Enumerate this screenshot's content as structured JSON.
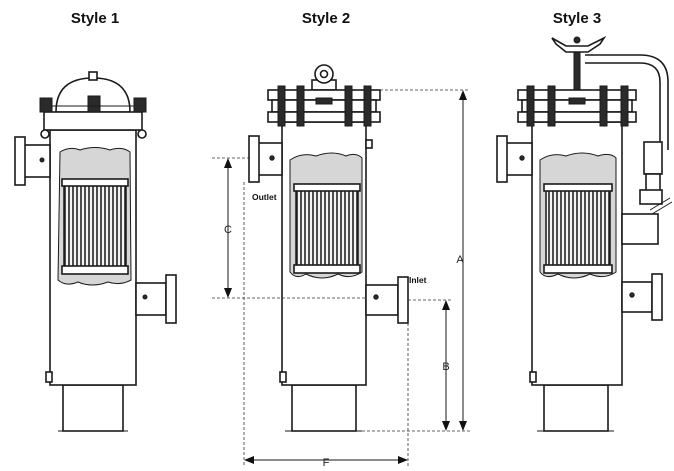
{
  "titles": {
    "style1": "Style 1",
    "style2": "Style 2",
    "style3": "Style 3"
  },
  "ports": {
    "outlet": "Outlet",
    "inlet": "Inlet"
  },
  "dimensions": {
    "a": "A",
    "b": "B",
    "c": "C",
    "f": "F"
  }
}
